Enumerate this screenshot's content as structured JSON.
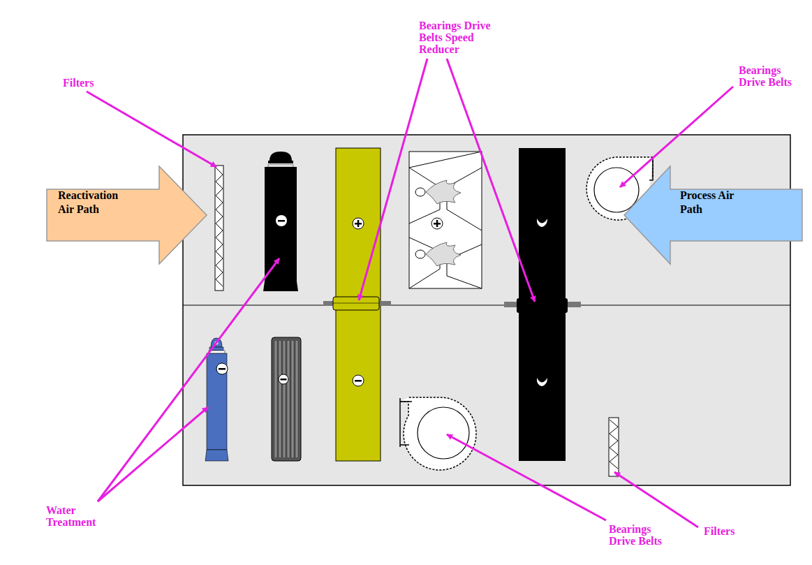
{
  "diagram": {
    "nodes": [
      {
        "text": [
          "Reactivation Air Path"
        ]
      },
      {
        "text": [
          "Process Air Path"
        ]
      }
    ],
    "labels": [
      "Bearings Drive Belts Speed Reducer",
      "Filters",
      "Bearings Drive Belts",
      "Water Treatment",
      "Bearings Drive Belts",
      "Filters"
    ]
  }
}
